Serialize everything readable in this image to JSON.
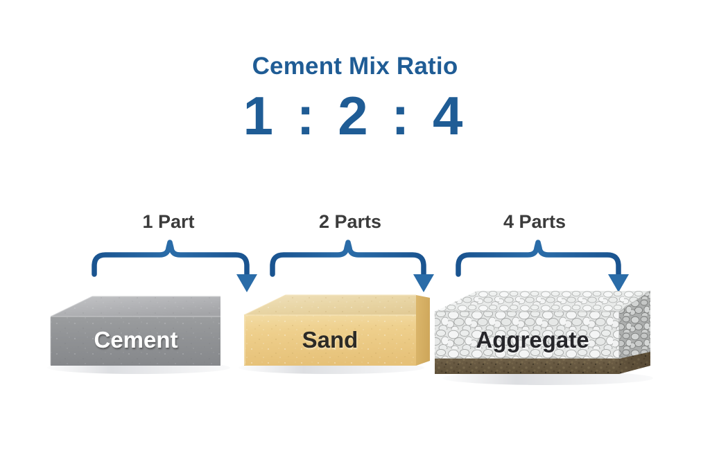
{
  "page": {
    "background_color": "#ffffff",
    "accent_blue": "#1f5c95",
    "label_gray": "#3b3b3b"
  },
  "header": {
    "title": "Cement Mix Ratio",
    "ratio": "1 : 2 : 4"
  },
  "parts": [
    {
      "label": "1 Part"
    },
    {
      "label": "2 Parts"
    },
    {
      "label": "4 Parts"
    }
  ],
  "blocks": [
    {
      "name": "cement",
      "caption": "Cement",
      "caption_color": "#ffffff",
      "top_color": "#b6b7b9",
      "front_color": "#8e9093",
      "side_color": "#747679"
    },
    {
      "name": "sand",
      "caption": "Sand",
      "caption_color": "#2c2a26",
      "top_color": "#e7d4a6",
      "front_color": "#ecca85",
      "side_color": "#d9b76d"
    },
    {
      "name": "aggregate",
      "caption": "Aggregate",
      "caption_color": "#26262a",
      "top_color": "#e9eaea",
      "front_color": "#dcdddd",
      "side_color": "#a9aaa9",
      "base_color": "#6a5a43"
    }
  ],
  "icons": {
    "brace_arrow": "curly-brace-down-arrow"
  }
}
